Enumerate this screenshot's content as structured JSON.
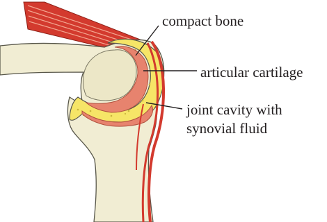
{
  "labels": {
    "compact_bone": "compact bone",
    "articular_cartilage": "articular cartilage",
    "joint_cavity_line1": "joint cavity with",
    "joint_cavity_line2": "synovial fluid"
  },
  "colors": {
    "muscle": "#d33a2e",
    "muscle_stripe": "#f2a48e",
    "bone": "#f1edd3",
    "bone_outline": "#58574a",
    "cartilage": "#e7836e",
    "synovial_fluid": "#f6e567",
    "leader_line": "#231f20"
  }
}
